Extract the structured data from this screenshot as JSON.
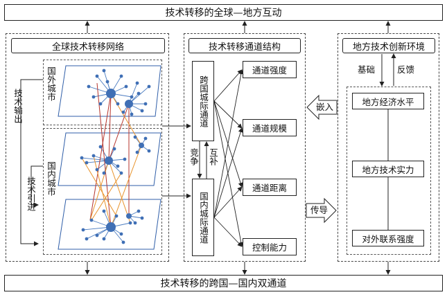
{
  "top_bar": "技术转移的全球—地方互动",
  "bottom_bar": "技术转移的跨国—国内双通道",
  "left_panel": {
    "title": "全球技术转移网络",
    "foreign_city": "国外城市",
    "domestic_city": "国内城市",
    "tech_output": "技术输出",
    "tech_import": "技术引进"
  },
  "middle_panel": {
    "title": "技术转移通道结构",
    "cross_border": "跨国城际通道",
    "domestic": "国内城际通道",
    "compete": "竞争",
    "complement": "互补",
    "items": [
      "通道强度",
      "通道规模",
      "通道距离",
      "控制能力"
    ]
  },
  "right_panel": {
    "title": "地方技术创新环境",
    "basis": "基础",
    "feedback": "反馈",
    "items": [
      "地方经济水平",
      "地方技术实力",
      "对外联系强度"
    ]
  },
  "arrows": {
    "embed": "嵌入",
    "transmit": "传导"
  },
  "colors": {
    "node": "#3f6fb5",
    "edge": "#4a7bc0",
    "plane": "#2f5ea8",
    "red_link": "#b5332b",
    "orange_link": "#e8922a"
  }
}
